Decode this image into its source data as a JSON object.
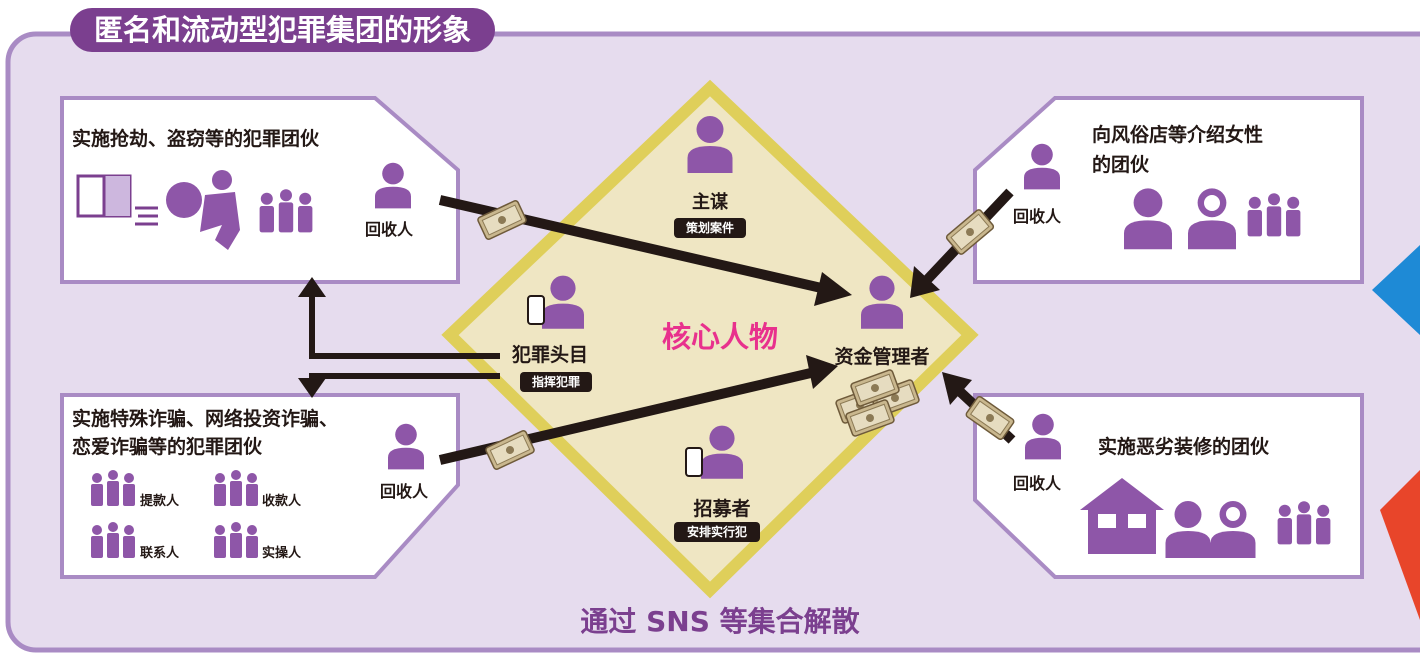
{
  "title": "匿名和流动型犯罪集团的形象",
  "footer": "通过 SNS 等集合解散",
  "center": {
    "label": "核心人物",
    "mastermind": {
      "name": "主谋",
      "role": "策划案件"
    },
    "leader": {
      "name": "犯罪头目",
      "role": "指挥犯罪"
    },
    "recruiter": {
      "name": "招募者",
      "role": "安排实行犯"
    },
    "fund_manager": {
      "name": "资金管理者"
    }
  },
  "groups": {
    "robbery": {
      "title": "实施抢劫、盗窃等的犯罪团伙",
      "collector": "回收人"
    },
    "fraud": {
      "title_line1": "实施特殊诈骗、网络投资诈骗、",
      "title_line2": "恋爱诈骗等的犯罪团伙",
      "collector": "回收人",
      "roles": [
        "提款人",
        "收款人",
        "联系人",
        "实操人"
      ]
    },
    "adult": {
      "title_line1": "向风俗店等介绍女性",
      "title_line2": "的团伙",
      "collector": "回收人"
    },
    "renovation": {
      "title": "实施恶劣装修的团伙",
      "collector": "回收人"
    }
  },
  "colors": {
    "purple": "#7b3f8f",
    "frame": "#a98bc4",
    "bg": "#e6dcee",
    "diamond": "#efe6c3",
    "diamond_border": "#dfcf5a",
    "magenta": "#e8318d",
    "footer": "#7b3f8f"
  }
}
